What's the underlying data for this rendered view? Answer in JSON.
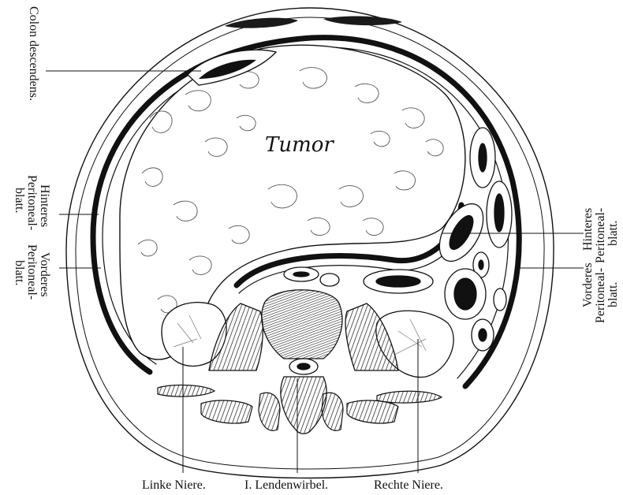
{
  "labels": {
    "colon": "Colon descendens.",
    "tumor": "Tumor",
    "left_hinteres": [
      "Hinteres",
      "Peritoneal-",
      "blatt."
    ],
    "left_vorderes": [
      "Vorderes",
      "Peritoneal-",
      "blatt."
    ],
    "right_hinteres": [
      "Hinteres",
      "Peritoneal-",
      "blatt."
    ],
    "right_vorderes": [
      "Vorderes",
      "Peritoneal-",
      "blatt."
    ],
    "linke_niere": "Linke Niere.",
    "lendenwirbel": "I. Lendenwirbel.",
    "rechte_niere": "Rechte Niere."
  },
  "colors": {
    "ink": "#111111",
    "paper": "#ffffff",
    "hatch": "#444444"
  }
}
